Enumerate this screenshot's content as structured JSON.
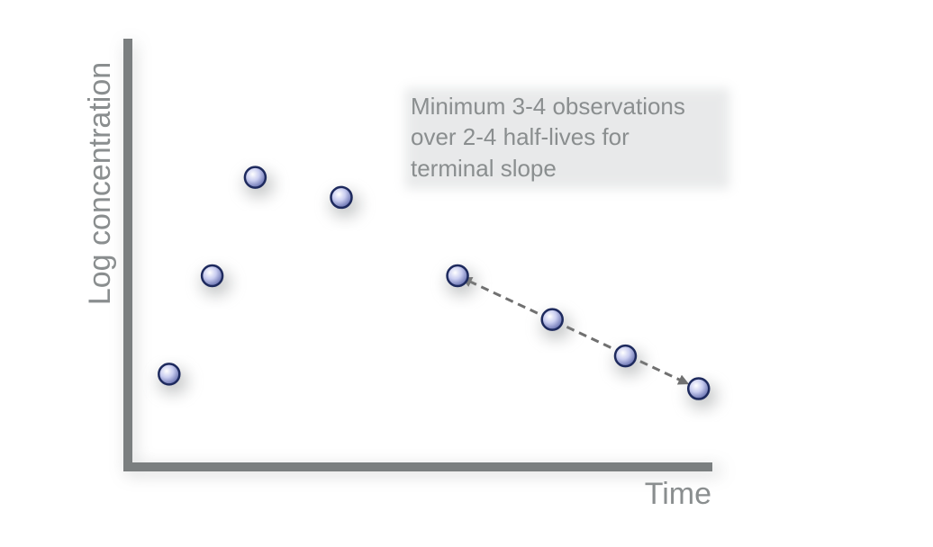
{
  "chart_data": {
    "type": "scatter",
    "title": "",
    "xlabel": "Time",
    "ylabel": "Log concentration",
    "x_ticks": false,
    "y_ticks": false,
    "grid": false,
    "legend": "none",
    "xlim": [
      0,
      13
    ],
    "ylim": [
      0,
      10
    ],
    "series": [
      {
        "points": [
          {
            "x": 1.0,
            "y": 2.3
          },
          {
            "x": 2.0,
            "y": 5.0
          },
          {
            "x": 3.0,
            "y": 7.7
          },
          {
            "x": 5.0,
            "y": 7.15
          },
          {
            "x": 7.7,
            "y": 5.0
          },
          {
            "x": 9.9,
            "y": 3.8
          },
          {
            "x": 11.6,
            "y": 2.8
          },
          {
            "x": 13.3,
            "y": 1.9
          }
        ]
      }
    ],
    "terminal_slope": {
      "from_point": 4,
      "to_point": 7,
      "style": "dashed double-arrow"
    },
    "annotation": {
      "lines": [
        "Minimum 3-4 observations",
        "over 2-4 half-lives for",
        "terminal slope"
      ]
    },
    "colors": {
      "axis": "#7b7f80",
      "point_fill": "#c9cdf0",
      "point_stroke": "#1e2a5e",
      "arrow": "#707070",
      "text": "#8a8e8f"
    }
  }
}
